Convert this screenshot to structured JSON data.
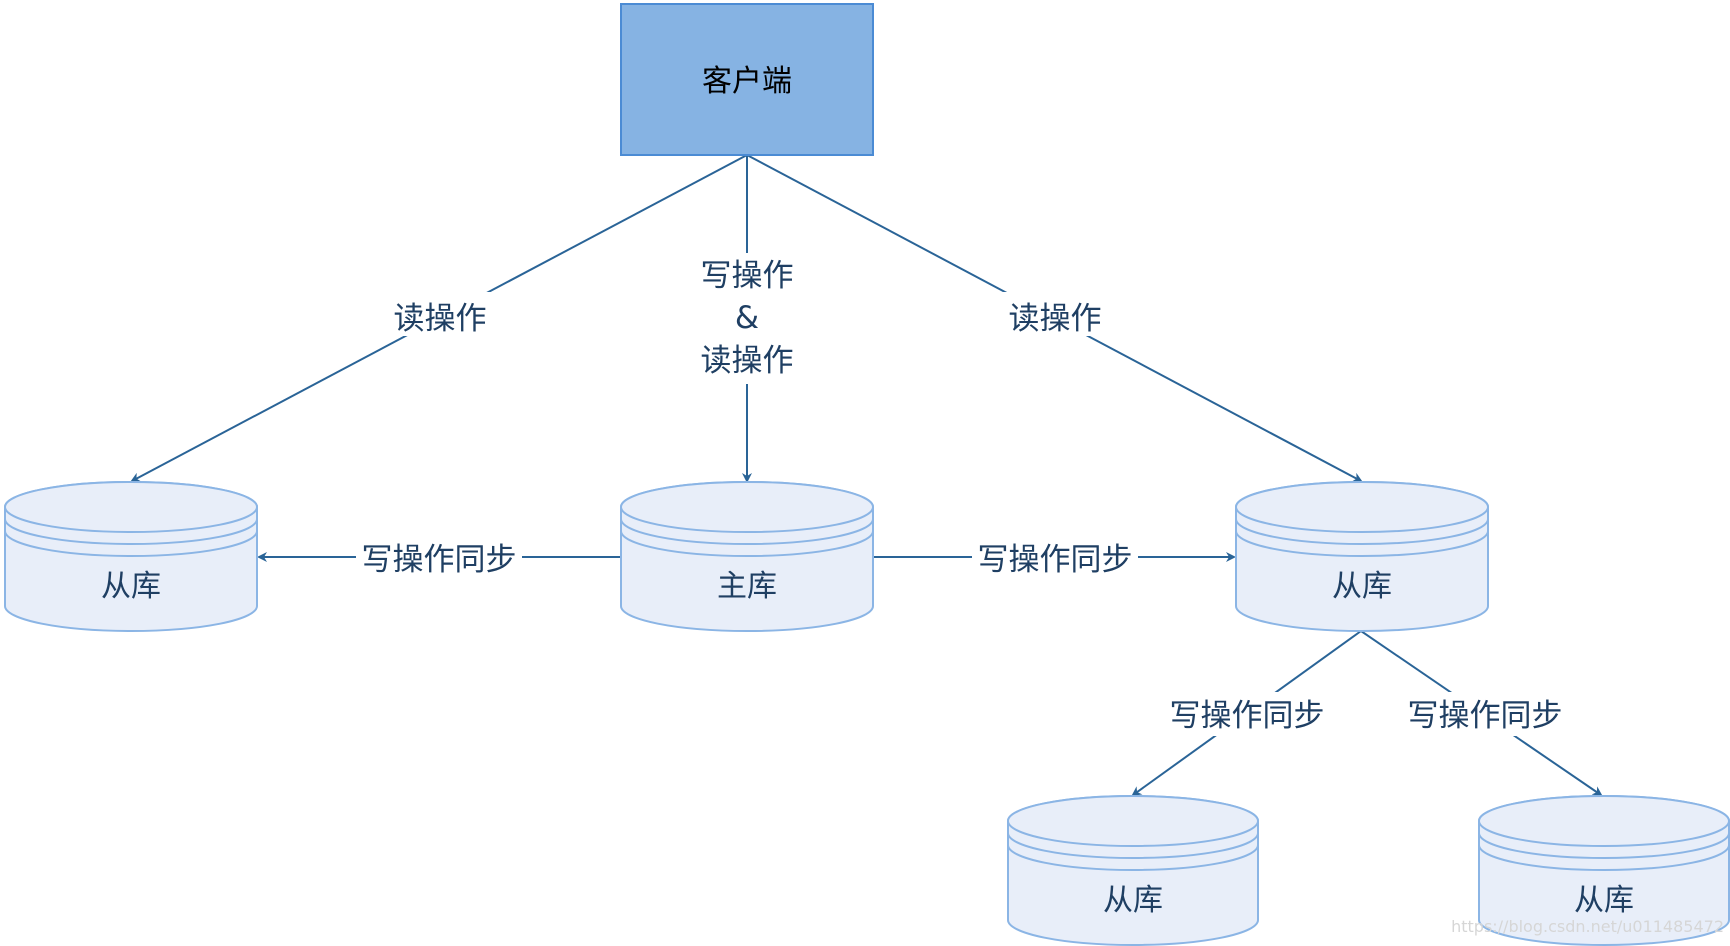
{
  "colors": {
    "client_fill": "#86b3e3",
    "client_stroke": "#4b8bd4",
    "db_fill": "#e8eef9",
    "db_stroke": "#8bb5e5",
    "edge": "#2a6497",
    "edge_label": "#1f3f63"
  },
  "client": {
    "label": "客户端"
  },
  "databases": {
    "master": {
      "label": "主库"
    },
    "slave_left": {
      "label": "从库"
    },
    "slave_right": {
      "label": "从库"
    },
    "slave_bottom_left": {
      "label": "从库"
    },
    "slave_bottom_right": {
      "label": "从库"
    }
  },
  "edges": {
    "client_to_slave_left": {
      "label": "读操作"
    },
    "client_to_master": {
      "label_line1": "写操作",
      "label_line2": "&",
      "label_line3": "读操作"
    },
    "client_to_slave_right": {
      "label": "读操作"
    },
    "master_to_slave_left": {
      "label": "写操作同步"
    },
    "master_to_slave_right": {
      "label": "写操作同步"
    },
    "slave_right_to_bottom_left": {
      "label": "写操作同步"
    },
    "slave_right_to_bottom_right": {
      "label": "写操作同步"
    }
  },
  "watermark": {
    "text": "https://blog.csdn.net/u011485472"
  }
}
